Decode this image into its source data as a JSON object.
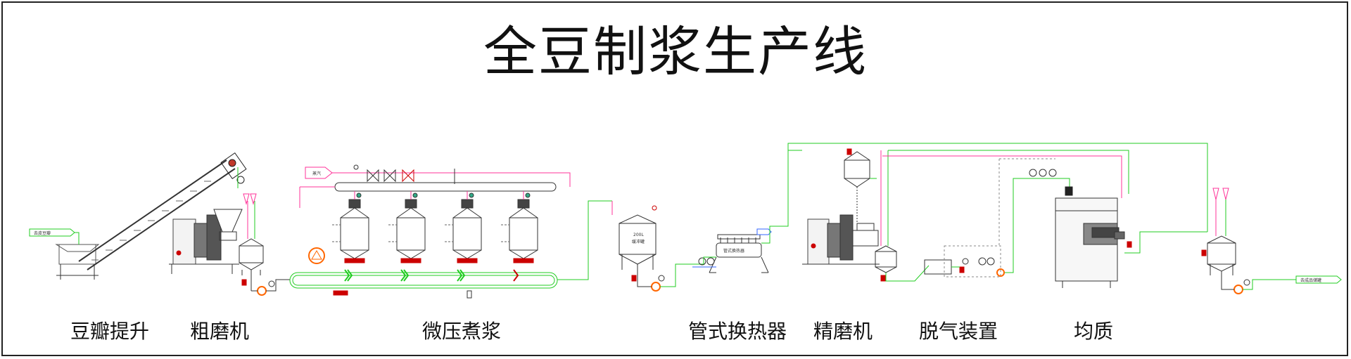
{
  "title": "全豆制浆生产线",
  "stages": [
    {
      "key": "lift",
      "label": "豆瓣提升"
    },
    {
      "key": "coarse",
      "label": "粗磨机"
    },
    {
      "key": "cook",
      "label": "微压煮浆"
    },
    {
      "key": "heat",
      "label": "管式换热器"
    },
    {
      "key": "fine",
      "label": "精磨机"
    },
    {
      "key": "degas",
      "label": "脱气装置"
    },
    {
      "key": "homog",
      "label": "均质"
    }
  ],
  "tags": {
    "inlet": "去皮豆瓣",
    "steam": "蒸汽",
    "buffer_volume": "200L",
    "buffer_name": "缓冲罐",
    "heat_exchanger": "管式换热器",
    "outlet": "去成品储罐"
  },
  "colors": {
    "water_line": "#22cc22",
    "steam_line": "#ff3399",
    "pump": "#ff6600",
    "valve_red": "#dd0000",
    "instrument_blue": "#3366ff"
  }
}
